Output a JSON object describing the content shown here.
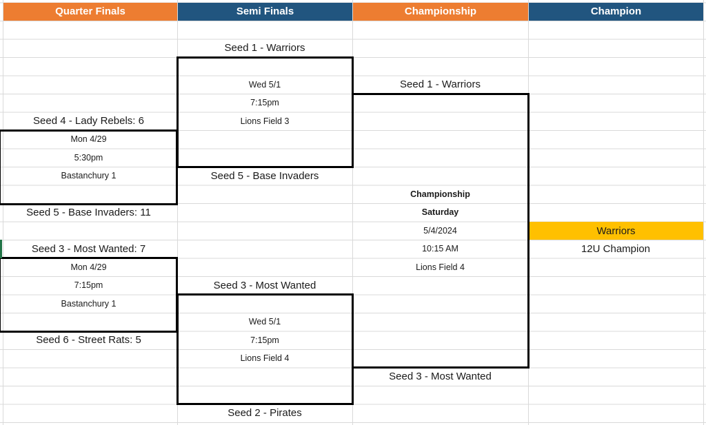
{
  "headers": [
    {
      "label": "Quarter Finals",
      "color": "#ED7D31"
    },
    {
      "label": "Semi Finals",
      "color": "#21557F"
    },
    {
      "label": "Championship",
      "color": "#ED7D31"
    },
    {
      "label": "Champion",
      "color": "#21557F"
    }
  ],
  "bracket": {
    "quarter_finals": [
      {
        "top_team": "Seed 4 - Lady Rebels: 6",
        "bottom_team": "Seed 5 - Base Invaders: 11",
        "date": "Mon 4/29",
        "time": "5:30pm",
        "field": "Bastanchury 1"
      },
      {
        "top_team": "Seed 3 - Most Wanted: 7",
        "bottom_team": "Seed 6 - Street Rats: 5",
        "date": "Mon 4/29",
        "time": "7:15pm",
        "field": "Bastanchury 1"
      }
    ],
    "semi_finals": [
      {
        "top_team": "Seed 1 - Warriors",
        "bottom_team": "Seed 5 - Base Invaders",
        "date": "Wed 5/1",
        "time": "7:15pm",
        "field": "Lions Field 3"
      },
      {
        "top_team": "Seed 3 - Most Wanted",
        "bottom_team": "Seed 2 - Pirates",
        "date": "Wed 5/1",
        "time": "7:15pm",
        "field": "Lions Field 4"
      }
    ],
    "championship": {
      "top_team": "Seed 1 - Warriors",
      "bottom_team": "Seed 3 - Most Wanted",
      "title": "Championship",
      "day": "Saturday",
      "date": "5/4/2024",
      "time": "10:15 AM",
      "field": "Lions Field 4"
    },
    "champion": {
      "team": "Warriors",
      "subtitle": "12U Champion",
      "highlight_color": "#FFC000"
    }
  },
  "colors": {
    "orange_header": "#ED7D31",
    "blue_header": "#21557F",
    "champion_highlight": "#FFC000",
    "selected_cell_accent": "#217346",
    "gridline": "#D9D9D9",
    "bracket_border": "#000000"
  }
}
